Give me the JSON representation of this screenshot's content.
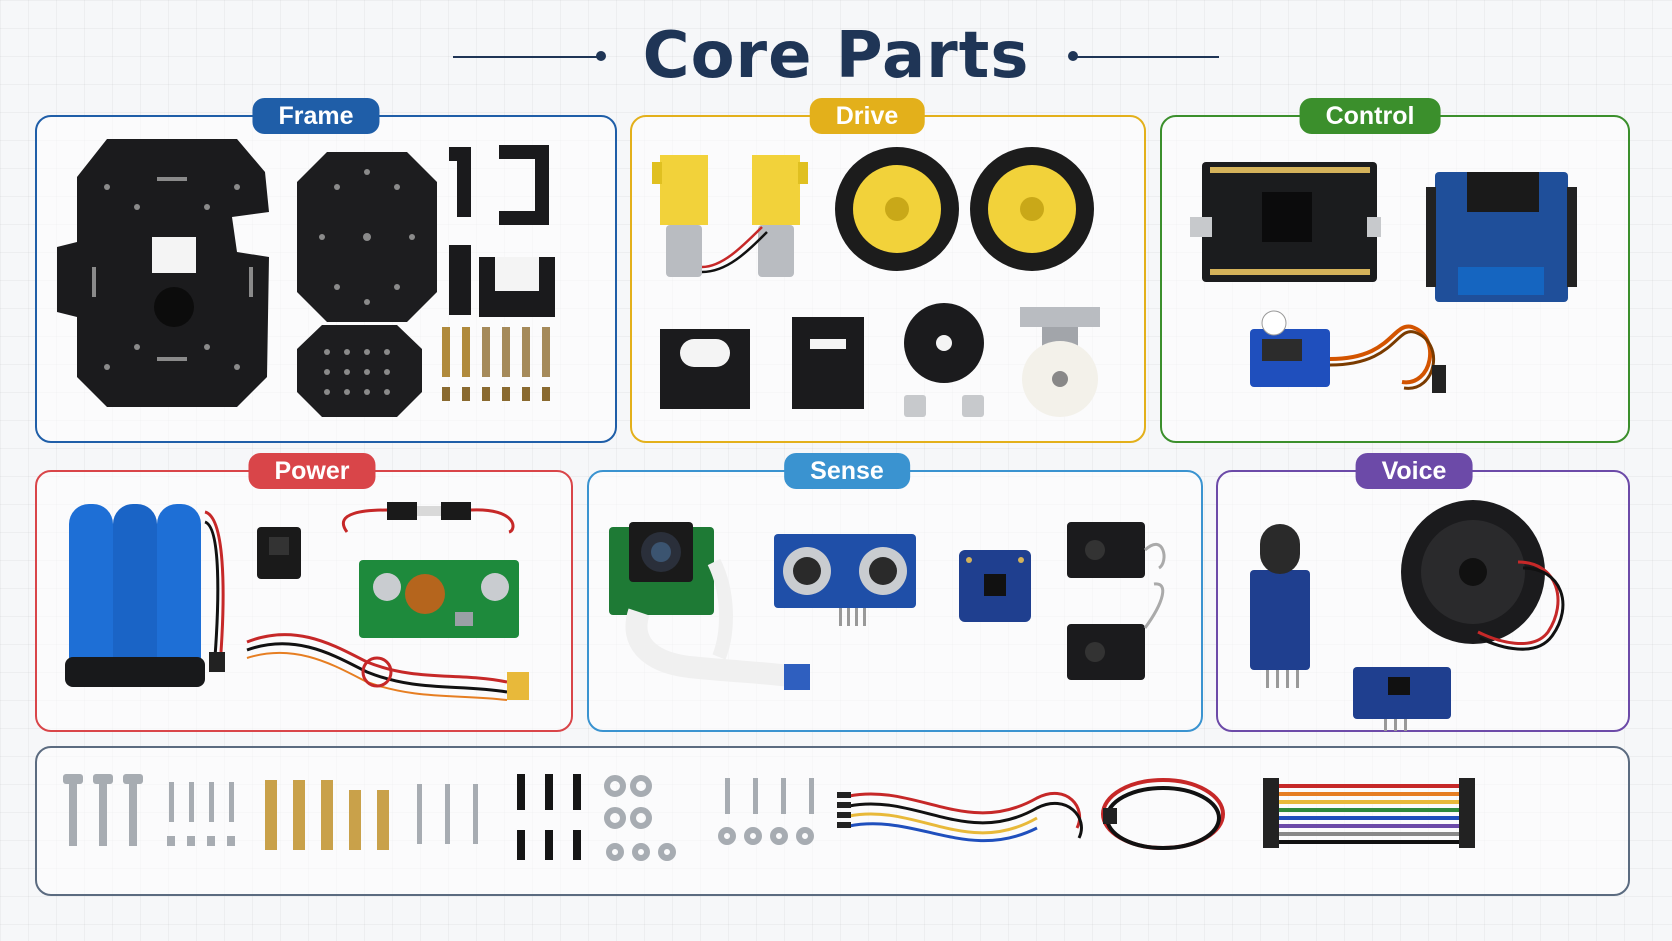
{
  "title": "Core Parts",
  "colors": {
    "title": "#1f3556",
    "frame": "#1f5ea8",
    "drive": "#e3b01b",
    "control": "#3b8f2c",
    "power": "#d94549",
    "sense": "#3a93d0",
    "voice": "#6c4aa8",
    "hardware": "#5b6b80"
  },
  "sections": {
    "frame": {
      "label": "Frame"
    },
    "drive": {
      "label": "Drive"
    },
    "control": {
      "label": "Control"
    },
    "power": {
      "label": "Power"
    },
    "sense": {
      "label": "Sense"
    },
    "voice": {
      "label": "Voice"
    }
  },
  "icons": {
    "frame": [
      "chassis-plate-icon",
      "octagon-plate-icon",
      "small-plate-icon",
      "l-bracket-icon",
      "u-bracket-icon",
      "standoff-icon"
    ],
    "drive": [
      "gear-motor-icon",
      "wheel-icon",
      "motor-mount-icon",
      "encoder-disc-icon",
      "shaft-coupler-icon",
      "caster-wheel-icon"
    ],
    "control": [
      "microcontroller-board-icon",
      "motor-driver-board-icon",
      "servo-icon"
    ],
    "power": [
      "battery-pack-icon",
      "power-switch-icon",
      "fuse-holder-icon",
      "buck-converter-icon",
      "wiring-harness-icon"
    ],
    "sense": [
      "camera-module-icon",
      "ultrasonic-sensor-icon",
      "imu-module-icon",
      "line-sensor-icon"
    ],
    "voice": [
      "microphone-module-icon",
      "speaker-icon",
      "amplifier-module-icon"
    ],
    "hardware": [
      "screw-icon",
      "brass-standoff-icon",
      "nylon-screw-icon",
      "washer-icon",
      "nut-icon",
      "jumper-wire-icon",
      "cable-icon",
      "ribbon-jumper-icon"
    ]
  }
}
